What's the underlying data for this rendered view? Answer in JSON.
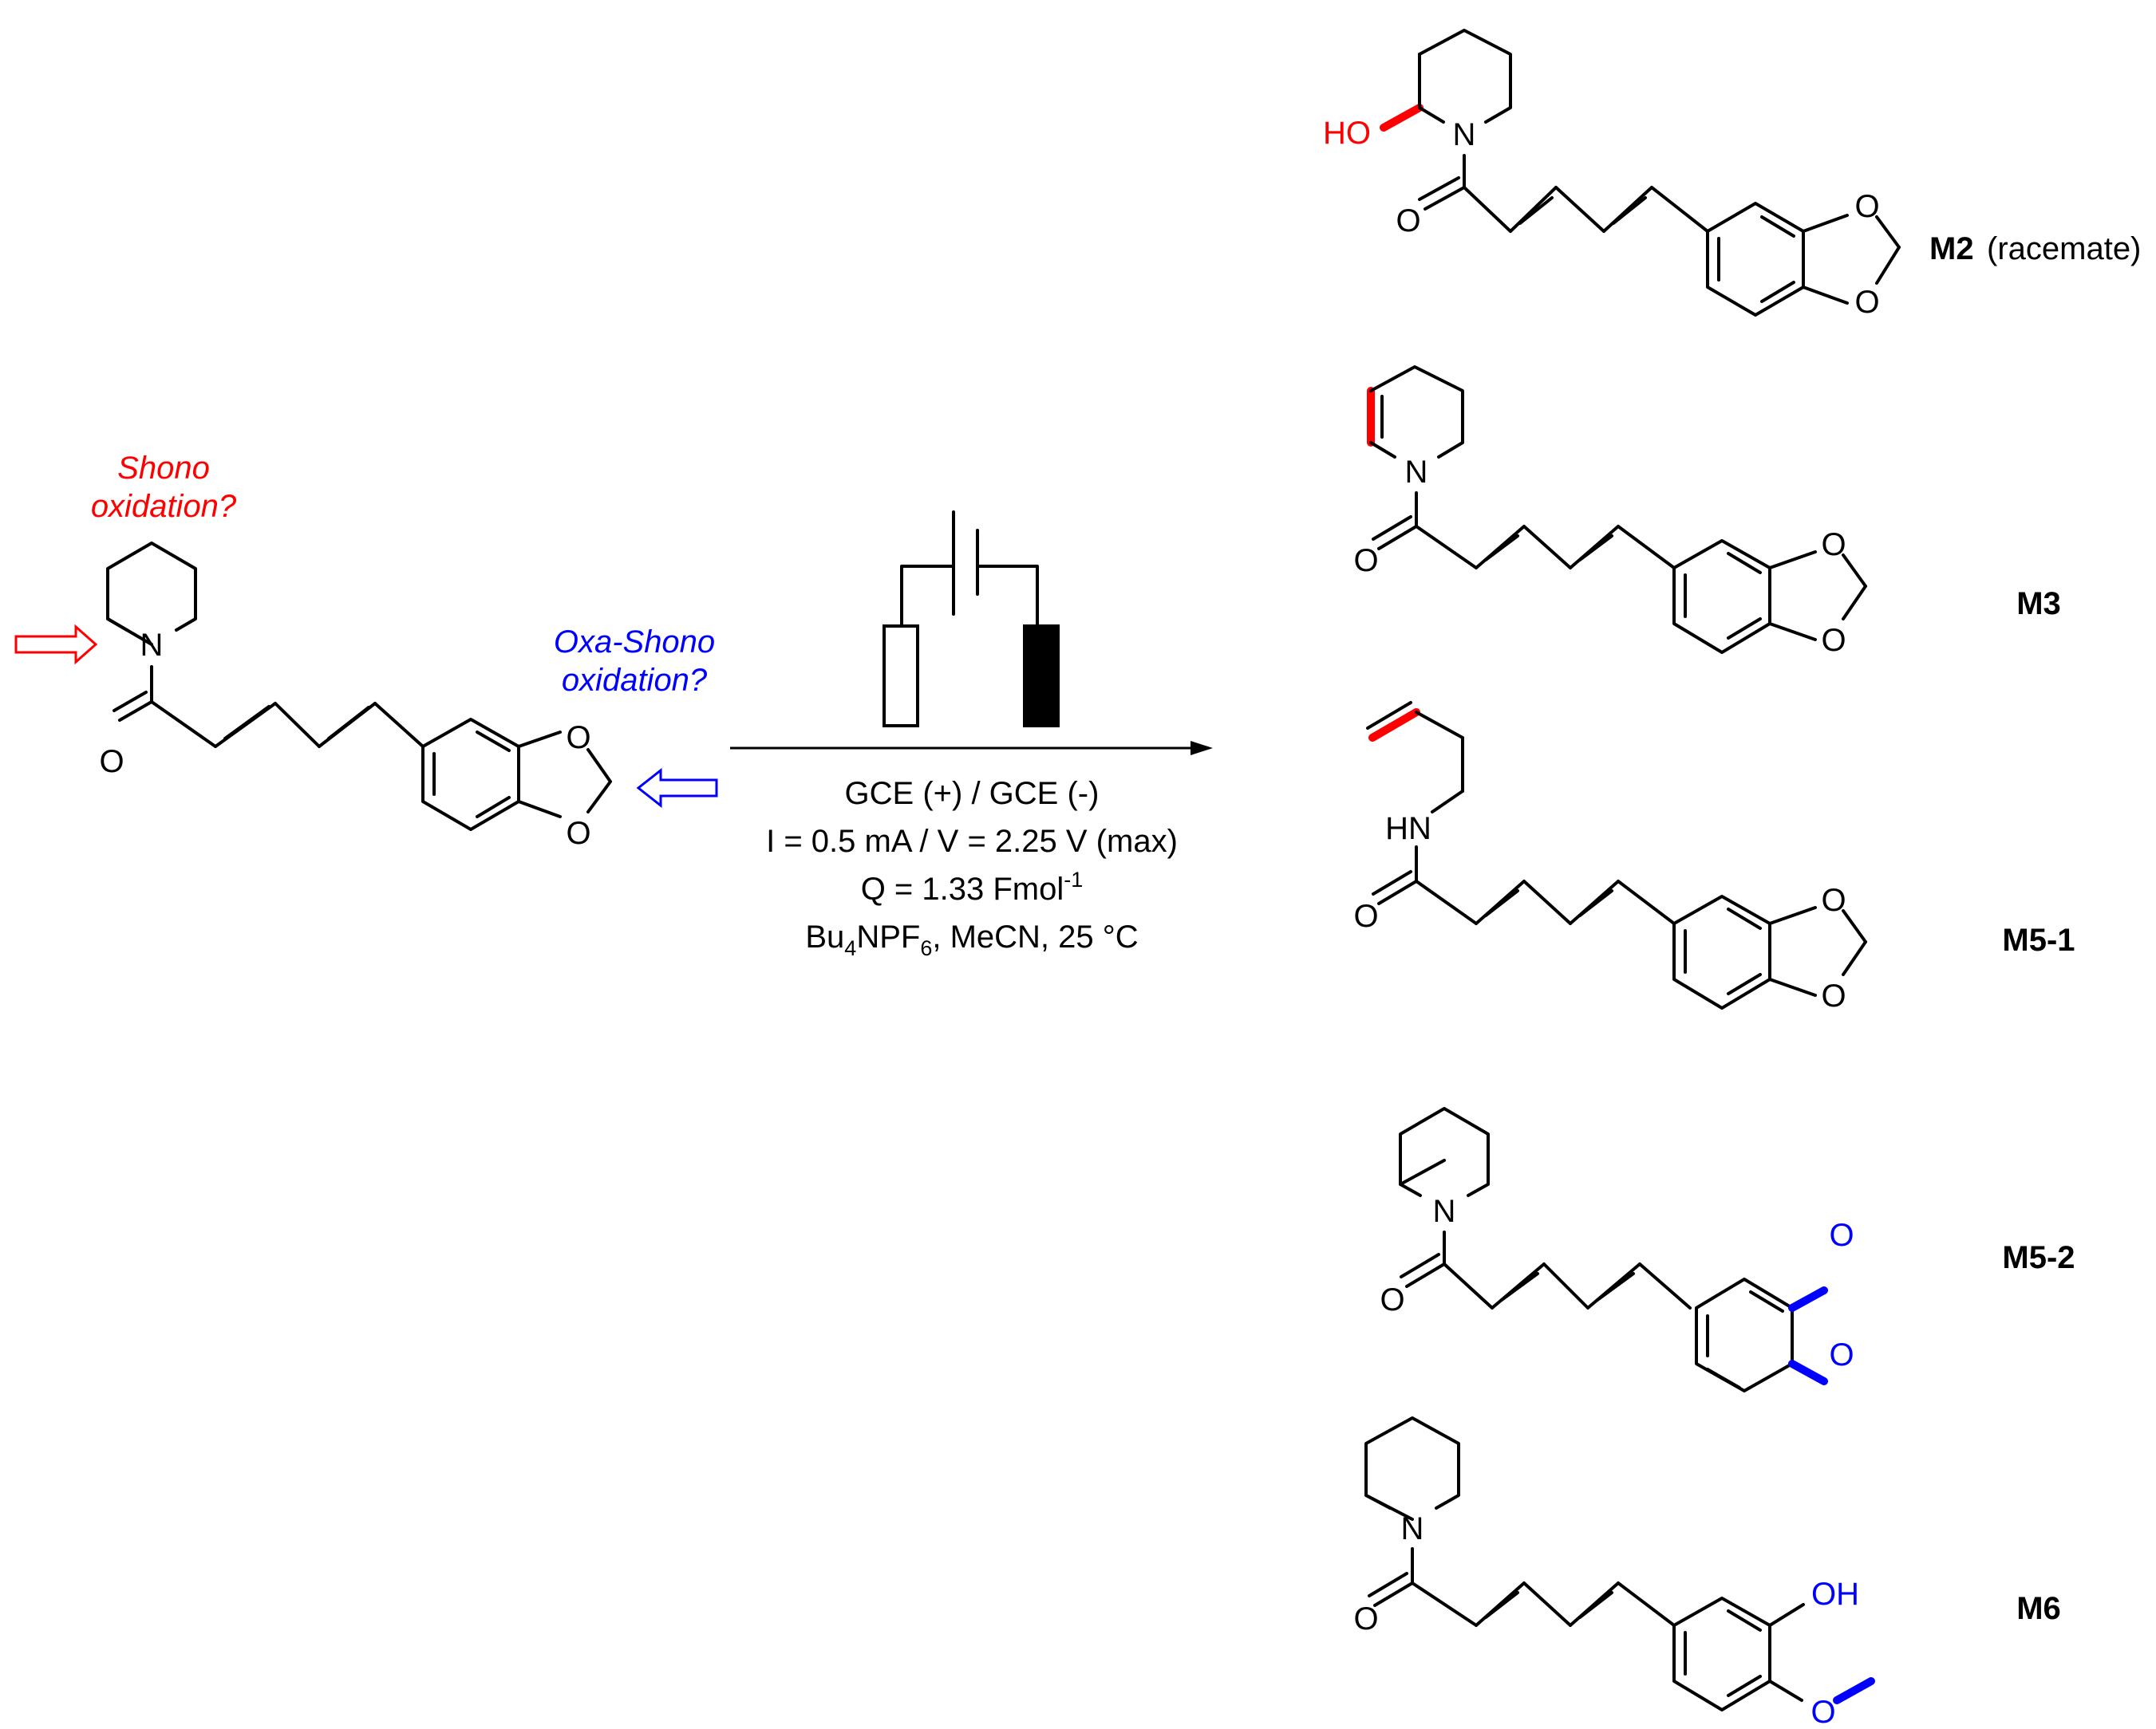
{
  "substrate": {
    "shono_question": [
      "Shono",
      "oxidation?"
    ],
    "oxa_shono_question": [
      "Oxa-Shono",
      "oxidation?"
    ]
  },
  "conditions": {
    "electrodes": "GCE (+) / GCE (-)",
    "current_voltage": "I = 0.5 mA / V = 2.25 V (max)",
    "charge_main": "Q = 1.33 Fmol",
    "charge_exp": "-1",
    "salt_main": "Bu",
    "salt_sub1": "4",
    "salt_mid": "NPF",
    "salt_sub2": "6",
    "salt_rest": ", MeCN, 25 °C"
  },
  "atoms": {
    "N": "N",
    "O": "O",
    "HO": "HO",
    "OH": "OH",
    "HN": "HN"
  },
  "products": [
    {
      "id": "M2",
      "label": "M2",
      "note": "(racemate)"
    },
    {
      "id": "M3",
      "label": "M3"
    },
    {
      "id": "M5-1",
      "label": "M5-1"
    },
    {
      "id": "M5-2",
      "label": "M5-2"
    },
    {
      "id": "M6",
      "label": "M6"
    }
  ],
  "colors": {
    "highlight_red": "#ff0000",
    "highlight_blue": "#0000ff",
    "ink": "#000000"
  }
}
